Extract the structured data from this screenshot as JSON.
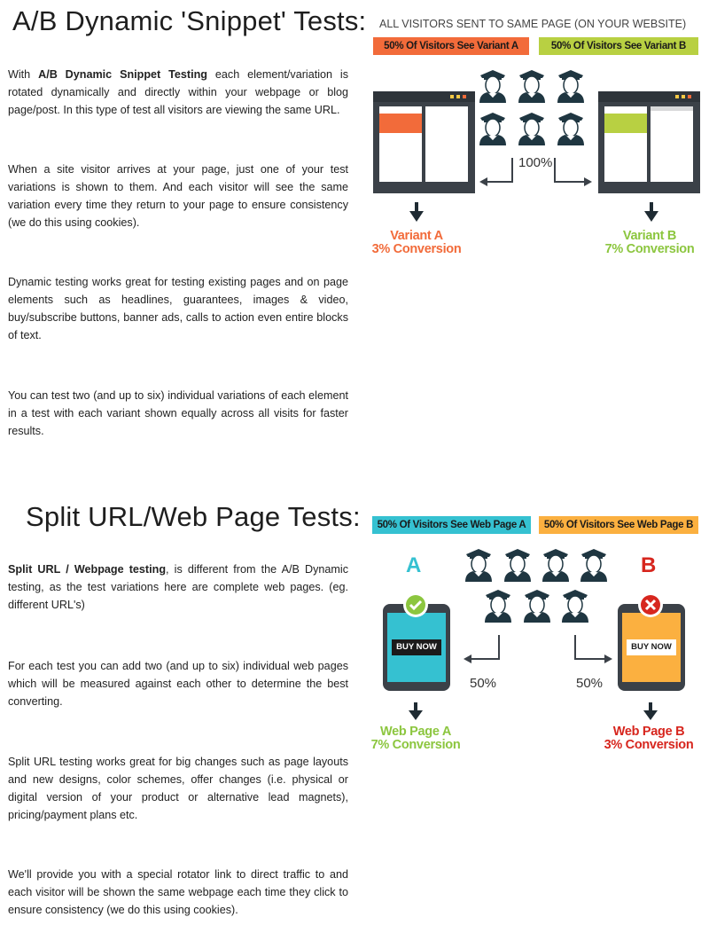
{
  "section1": {
    "title": "A/B Dynamic 'Snippet' Tests:",
    "p1_pre": "With ",
    "p1_bold": "A/B Dynamic Snippet Testing",
    "p1_post": " each element/variation is rotated dynamically and directly within your webpage or blog page/post.  In this type of test all visitors are viewing the same URL.",
    "p2": "When a site visitor arrives at your page, just one of your test variations is shown to them.  And each visitor will see the same variation every time they return to your page to ensure consistency (we do this using cookies).",
    "p3": "Dynamic testing works great for testing existing pages and on page elements such as headlines, guarantees, images & video, buy/subscribe buttons, banner ads, calls to action even entire blocks of text.",
    "p4": "You can test two (and up to six) individual variations of each element in a test with each variant shown equally across all visits for faster results."
  },
  "diagram1": {
    "header": "ALL VISITORS SENT TO SAME PAGE (ON YOUR WEBSITE)",
    "tag_a": "50% Of Visitors See Variant A",
    "tag_b": "50% Of Visitors See Variant B",
    "center_pct": "100%",
    "variant_a_name": "Variant A",
    "variant_a_conv": "3% Conversion",
    "variant_b_name": "Variant B",
    "variant_b_conv": "7% Conversion"
  },
  "section2": {
    "title": "Split URL/Web Page Tests:",
    "p1_bold": "Split URL / Webpage testing",
    "p1_post": ", is different from the A/B Dynamic testing, as the test variations here are complete web pages.  (eg. different URL's)",
    "p2": "For each test you can add two (and up to six) individual web pages which will be measured against each other to determine the best converting.",
    "p3": "Split URL testing works great for big changes such as page layouts and new designs, color schemes, offer changes (i.e. physical or digital version of your product or alternative lead magnets), pricing/payment plans etc.",
    "p4": "We'll provide you with a special rotator link to direct traffic to and each visitor will be shown the same webpage each time they click to ensure consistency (we do this using cookies)."
  },
  "diagram2": {
    "tag_a": "50% Of Visitors See Web Page A",
    "tag_b": "50% Of Visitors See Web Page B",
    "letter_a": "A",
    "letter_b": "B",
    "button_a": "BUY NOW",
    "button_b": "BUY NOW",
    "pct_a": "50%",
    "pct_b": "50%",
    "page_a_name": "Web Page A",
    "page_a_conv": "7% Conversion",
    "page_b_name": "Web Page B",
    "page_b_conv": "3% Conversion"
  },
  "colors": {
    "text": "#222222",
    "orange": "#f26b3a",
    "green": "#b8d042",
    "green_text": "#8cc63f",
    "cyan": "#35c1d1",
    "yellow": "#fbb040",
    "red": "#d7261e",
    "dark": "#3b4148"
  }
}
